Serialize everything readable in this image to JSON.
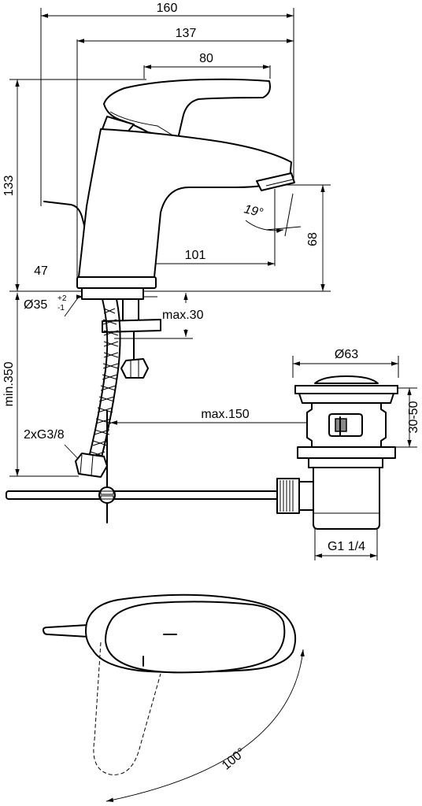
{
  "dimensions": {
    "overall_width": "160",
    "spout_reach": "137",
    "lever_reach": "80",
    "total_height": "133",
    "base_offset": "47",
    "spout_length": "101",
    "spout_height": "68",
    "spout_angle": "19°",
    "hole_diameter": "Ø35",
    "hole_tol_plus": "+2",
    "hole_tol_minus": "-1",
    "deck_thickness": "max.30",
    "hose_length": "min.350",
    "hose_connection": "2xG3/8",
    "pull_rod_reach": "max.150",
    "waste_diameter": "Ø63",
    "waste_range": "30-50",
    "waste_thread": "G1 1/4",
    "lever_rotation": "100°"
  },
  "colors": {
    "line": "#000000",
    "background": "#ffffff",
    "hatch": "#888888"
  }
}
